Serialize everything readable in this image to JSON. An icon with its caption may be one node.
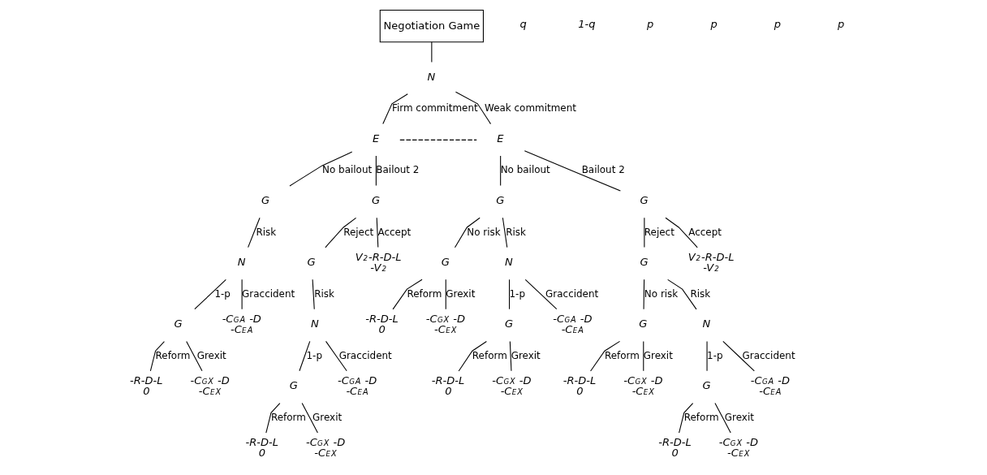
{
  "diagram": {
    "nodes": [
      {
        "text": [
          "Negotiation Game"
        ]
      },
      {
        "text": [
          "N"
        ]
      },
      {
        "text": [
          "E"
        ]
      },
      {
        "text": [
          "E"
        ]
      },
      {
        "text": [
          "G"
        ]
      },
      {
        "text": [
          "N"
        ]
      },
      {
        "text": [
          "G"
        ]
      },
      {
        "text": [
          "-R-D-L",
          "0"
        ]
      },
      {
        "text": [
          "-C$_{G}$$^{X}$ -D",
          "-C$_{E}$$^{X}$"
        ]
      },
      {
        "text": [
          "-C$_{G}$$^{A}$ -D",
          "-C$_{E}$$^{A}$"
        ]
      },
      {
        "text": [
          "G"
        ]
      },
      {
        "text": [
          "G"
        ]
      },
      {
        "text": [
          "N"
        ]
      },
      {
        "text": [
          "G"
        ]
      },
      {
        "text": [
          "-R-D-L",
          "0"
        ]
      },
      {
        "text": [
          "-C$_{G}$$^{X}$ -D",
          "-C$_{E}$$^{X}$"
        ]
      },
      {
        "text": [
          "-C$_{G}$$^{A}$ -D",
          "-C$_{E}$$^{A}$"
        ]
      },
      {
        "text": [
          "V$_{2}$-R-D-L",
          "-V$_{2}$"
        ]
      },
      {
        "text": [
          "G"
        ]
      },
      {
        "text": [
          "G"
        ]
      },
      {
        "text": [
          "-R-D-L",
          "0"
        ]
      },
      {
        "text": [
          "-C$_{G}$$^{X}$ -D",
          "-C$_{E}$$^{X}$"
        ]
      },
      {
        "text": [
          "N"
        ]
      },
      {
        "text": [
          "G"
        ]
      },
      {
        "text": [
          "-R-D-L",
          "0"
        ]
      },
      {
        "text": [
          "-C$_{G}$$^{X}$ -D",
          "-C$_{E}$$^{X}$"
        ]
      },
      {
        "text": [
          "-C$_{G}$$^{A}$ -D",
          "-C$_{E}$$^{A}$"
        ]
      },
      {
        "text": [
          "G"
        ]
      },
      {
        "text": [
          "G"
        ]
      },
      {
        "text": [
          "G"
        ]
      },
      {
        "text": [
          "-R-D-L",
          "0"
        ]
      },
      {
        "text": [
          "-C$_{G}$$^{X}$ -D",
          "-C$_{E}$$^{X}$"
        ]
      },
      {
        "text": [
          "N"
        ]
      },
      {
        "text": [
          "G"
        ]
      },
      {
        "text": [
          "-R-D-L",
          "0"
        ]
      },
      {
        "text": [
          "-C$_{G}$$^{X}$ -D",
          "-C$_{E}$$^{X}$"
        ]
      },
      {
        "text": [
          "-C$_{G}$$^{A}$ -D",
          "-C$_{E}$$^{A}$"
        ]
      },
      {
        "text": [
          "V$_{2}$-R-D-L",
          "-V$_{2}$"
        ]
      }
    ],
    "edges": [
      {
        "from": 0,
        "to": 1,
        "arrow": "none"
      },
      {
        "from": 1,
        "to": 2,
        "arrow": "none",
        "label": "Firm commitment"
      },
      {
        "from": 1,
        "to": 3,
        "arrow": "none",
        "label": "Weak commitment"
      },
      {
        "from": 2,
        "to": 3,
        "arrow": "none",
        "style": "dashed"
      },
      {
        "from": 2,
        "to": 4,
        "arrow": "none",
        "label": "No bailout"
      },
      {
        "from": 4,
        "to": 5,
        "arrow": "none",
        "label": "Risk"
      },
      {
        "from": 5,
        "to": 6,
        "arrow": "none",
        "label": "1-p"
      },
      {
        "from": 6,
        "to": 7,
        "arrow": "none",
        "label": "Reform"
      },
      {
        "from": 6,
        "to": 8,
        "arrow": "none",
        "label": "Grexit"
      },
      {
        "from": 5,
        "to": 9,
        "arrow": "none",
        "label": "Graccident"
      },
      {
        "from": 2,
        "to": 10,
        "arrow": "none",
        "label": "Bailout 2"
      },
      {
        "from": 10,
        "to": 11,
        "arrow": "none",
        "label": "Reject"
      },
      {
        "from": 11,
        "to": 12,
        "arrow": "none",
        "label": "Risk"
      },
      {
        "from": 12,
        "to": 13,
        "arrow": "none",
        "label": "1-p"
      },
      {
        "from": 13,
        "to": 14,
        "arrow": "none",
        "label": "Reform"
      },
      {
        "from": 13,
        "to": 15,
        "arrow": "none",
        "label": "Grexit"
      },
      {
        "from": 12,
        "to": 16,
        "arrow": "none",
        "label": "Graccident"
      },
      {
        "from": 10,
        "to": 17,
        "arrow": "none",
        "label": "Accept"
      },
      {
        "from": 3,
        "to": 18,
        "arrow": "none",
        "label": "No bailout"
      },
      {
        "from": 18,
        "to": 19,
        "arrow": "none",
        "label": "No risk"
      },
      {
        "from": 19,
        "to": 20,
        "arrow": "none",
        "label": "Reform"
      },
      {
        "from": 19,
        "to": 21,
        "arrow": "none",
        "label": "Grexit"
      },
      {
        "from": 18,
        "to": 22,
        "arrow": "none",
        "label": "Risk"
      },
      {
        "from": 22,
        "to": 23,
        "arrow": "none",
        "label": "1-p"
      },
      {
        "from": 23,
        "to": 24,
        "arrow": "none",
        "label": "Reform"
      },
      {
        "from": 23,
        "to": 25,
        "arrow": "none",
        "label": "Grexit"
      },
      {
        "from": 22,
        "to": 26,
        "arrow": "none",
        "label": "Graccident"
      },
      {
        "from": 3,
        "to": 27,
        "arrow": "none",
        "label": "Bailout 2"
      },
      {
        "from": 27,
        "to": 28,
        "arrow": "none",
        "label": "Reject"
      },
      {
        "from": 28,
        "to": 29,
        "arrow": "none",
        "label": "No risk"
      },
      {
        "from": 29,
        "to": 30,
        "arrow": "none",
        "label": "Reform"
      },
      {
        "from": 29,
        "to": 31,
        "arrow": "none",
        "label": "Grexit"
      },
      {
        "from": 28,
        "to": 32,
        "arrow": "none",
        "label": "Risk"
      },
      {
        "from": 32,
        "to": 33,
        "arrow": "none",
        "label": "1-p"
      },
      {
        "from": 33,
        "to": 34,
        "arrow": "none",
        "label": "Reform"
      },
      {
        "from": 33,
        "to": 35,
        "arrow": "none",
        "label": "Grexit"
      },
      {
        "from": 32,
        "to": 36,
        "arrow": "none",
        "label": "Graccident"
      },
      {
        "from": 27,
        "to": 37,
        "arrow": "none",
        "label": "Accept"
      }
    ],
    "labels": [
      "q",
      "1-q",
      "p",
      "p",
      "p",
      "p"
    ]
  }
}
